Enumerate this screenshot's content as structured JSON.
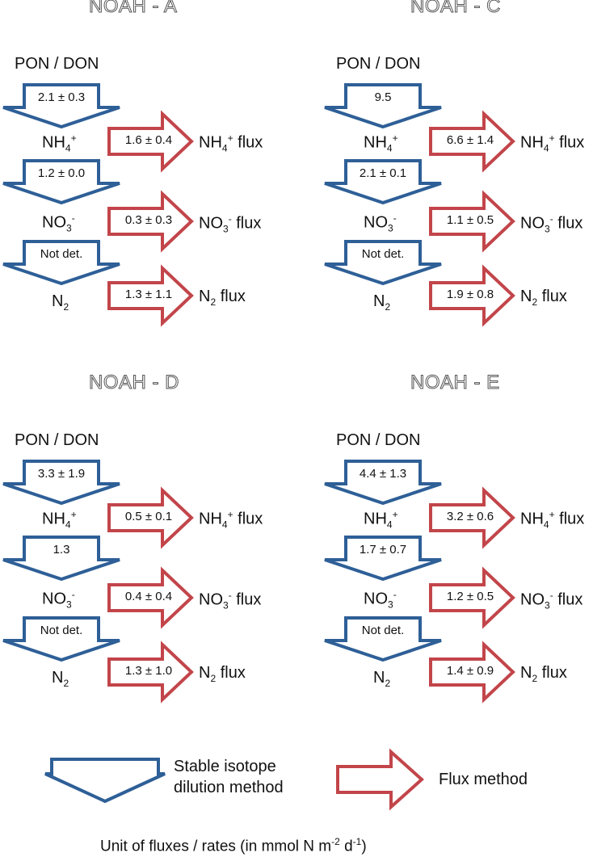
{
  "colors": {
    "blue": "#2e5f97",
    "red": "#c2454a"
  },
  "panels": [
    {
      "title": "NOAH - A",
      "source": "PON / DON",
      "s1": "NH",
      "s1_sub": "4",
      "s1_sup": "+",
      "s2": "NO",
      "s2_sub": "3",
      "s2_sup": "-",
      "s3": "N",
      "s3_sub": "2",
      "blue": [
        "2.1 ± 0.3",
        "1.2 ± 0.0",
        "Not det."
      ],
      "red": [
        "1.6 ± 0.4",
        "0.3 ± 0.3",
        "1.3 ± 1.1"
      ],
      "f1": "NH",
      "f1_sub": "4",
      "f1_sup": "+",
      "f1_tail": " flux",
      "f2": "NO",
      "f2_sub": "3",
      "f2_sup": "-",
      "f2_tail": " flux",
      "f3": "N",
      "f3_sub": "2",
      "f3_tail": " flux"
    },
    {
      "title": "NOAH - C",
      "source": "PON / DON",
      "s1": "NH",
      "s1_sub": "4",
      "s1_sup": "+",
      "s2": "NO",
      "s2_sub": "3",
      "s2_sup": "-",
      "s3": "N",
      "s3_sub": "2",
      "blue": [
        "9.5",
        "2.1 ± 0.1",
        "Not det."
      ],
      "red": [
        "6.6 ± 1.4",
        "1.1 ± 0.5",
        "1.9 ± 0.8"
      ],
      "f1": "NH",
      "f1_sub": "4",
      "f1_sup": "+",
      "f1_tail": " flux",
      "f2": "NO",
      "f2_sub": "3",
      "f2_sup": "-",
      "f2_tail": " flux",
      "f3": "N",
      "f3_sub": "2",
      "f3_tail": " flux"
    },
    {
      "title": "NOAH - D",
      "source": "PON / DON",
      "s1": "NH",
      "s1_sub": "4",
      "s1_sup": "+",
      "s2": "NO",
      "s2_sub": "3",
      "s2_sup": "-",
      "s3": "N",
      "s3_sub": "2",
      "blue": [
        "3.3 ± 1.9",
        "1.3",
        "Not det."
      ],
      "red": [
        "0.5 ± 0.1",
        "0.4 ± 0.4",
        "1.3 ± 1.0"
      ],
      "f1": "NH",
      "f1_sub": "4",
      "f1_sup": "+",
      "f1_tail": " flux",
      "f2": "NO",
      "f2_sub": "3",
      "f2_sup": "-",
      "f2_tail": " flux",
      "f3": "N",
      "f3_sub": "2",
      "f3_tail": " flux"
    },
    {
      "title": "NOAH - E",
      "source": "PON / DON",
      "s1": "NH",
      "s1_sub": "4",
      "s1_sup": "+",
      "s2": "NO",
      "s2_sub": "3",
      "s2_sup": "-",
      "s3": "N",
      "s3_sub": "2",
      "blue": [
        "4.4 ± 1.3",
        "1.7 ± 0.7",
        "Not det."
      ],
      "red": [
        "3.2 ± 0.6",
        "1.2 ± 0.5",
        "1.4 ± 0.9"
      ],
      "f1": "NH",
      "f1_sub": "4",
      "f1_sup": "+",
      "f1_tail": " flux",
      "f2": "NO",
      "f2_sub": "3",
      "f2_sup": "-",
      "f2_tail": " flux",
      "f3": "N",
      "f3_sub": "2",
      "f3_tail": " flux"
    }
  ],
  "legend": {
    "blue_line1": "Stable isotope",
    "blue_line2": "dilution method",
    "red_label": "Flux method"
  },
  "unit": {
    "pre": "Unit of fluxes / rates  (in mmol N m",
    "sup1": "-2",
    "mid": " d",
    "sup2": "-1",
    "post": ")"
  }
}
